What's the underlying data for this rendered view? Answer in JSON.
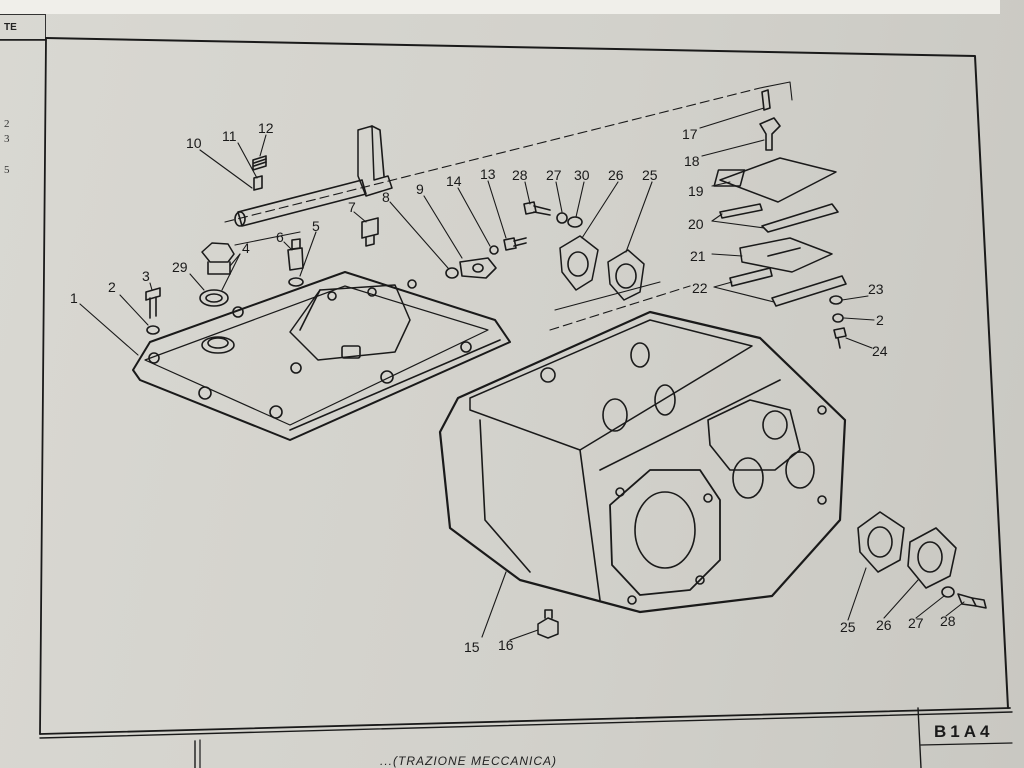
{
  "header": {
    "stub": "TE"
  },
  "margin_numbers": [
    "2",
    "3",
    "5"
  ],
  "title_block": {
    "sheet_code": "B1A4",
    "caption": "...(TRAZIONE MECCANICA)"
  },
  "callouts": [
    {
      "id": "c1",
      "text": "1"
    },
    {
      "id": "c2a",
      "text": "2"
    },
    {
      "id": "c3",
      "text": "3"
    },
    {
      "id": "c29",
      "text": "29"
    },
    {
      "id": "c4",
      "text": "4"
    },
    {
      "id": "c6",
      "text": "6"
    },
    {
      "id": "c5",
      "text": "5"
    },
    {
      "id": "c7",
      "text": "7"
    },
    {
      "id": "c10",
      "text": "10"
    },
    {
      "id": "c11",
      "text": "11"
    },
    {
      "id": "c12",
      "text": "12"
    },
    {
      "id": "c8",
      "text": "8"
    },
    {
      "id": "c9",
      "text": "9"
    },
    {
      "id": "c14",
      "text": "14"
    },
    {
      "id": "c13",
      "text": "13"
    },
    {
      "id": "c28a",
      "text": "28"
    },
    {
      "id": "c27a",
      "text": "27"
    },
    {
      "id": "c30",
      "text": "30"
    },
    {
      "id": "c26a",
      "text": "26"
    },
    {
      "id": "c25a",
      "text": "25"
    },
    {
      "id": "c17",
      "text": "17"
    },
    {
      "id": "c18",
      "text": "18"
    },
    {
      "id": "c19",
      "text": "19"
    },
    {
      "id": "c20",
      "text": "20"
    },
    {
      "id": "c21",
      "text": "21"
    },
    {
      "id": "c22",
      "text": "22"
    },
    {
      "id": "c23",
      "text": "23"
    },
    {
      "id": "c2b",
      "text": "2"
    },
    {
      "id": "c24",
      "text": "24"
    },
    {
      "id": "c15",
      "text": "15"
    },
    {
      "id": "c16",
      "text": "16"
    },
    {
      "id": "c25b",
      "text": "25"
    },
    {
      "id": "c26b",
      "text": "26"
    },
    {
      "id": "c27b",
      "text": "27"
    },
    {
      "id": "c28b",
      "text": "28"
    }
  ]
}
